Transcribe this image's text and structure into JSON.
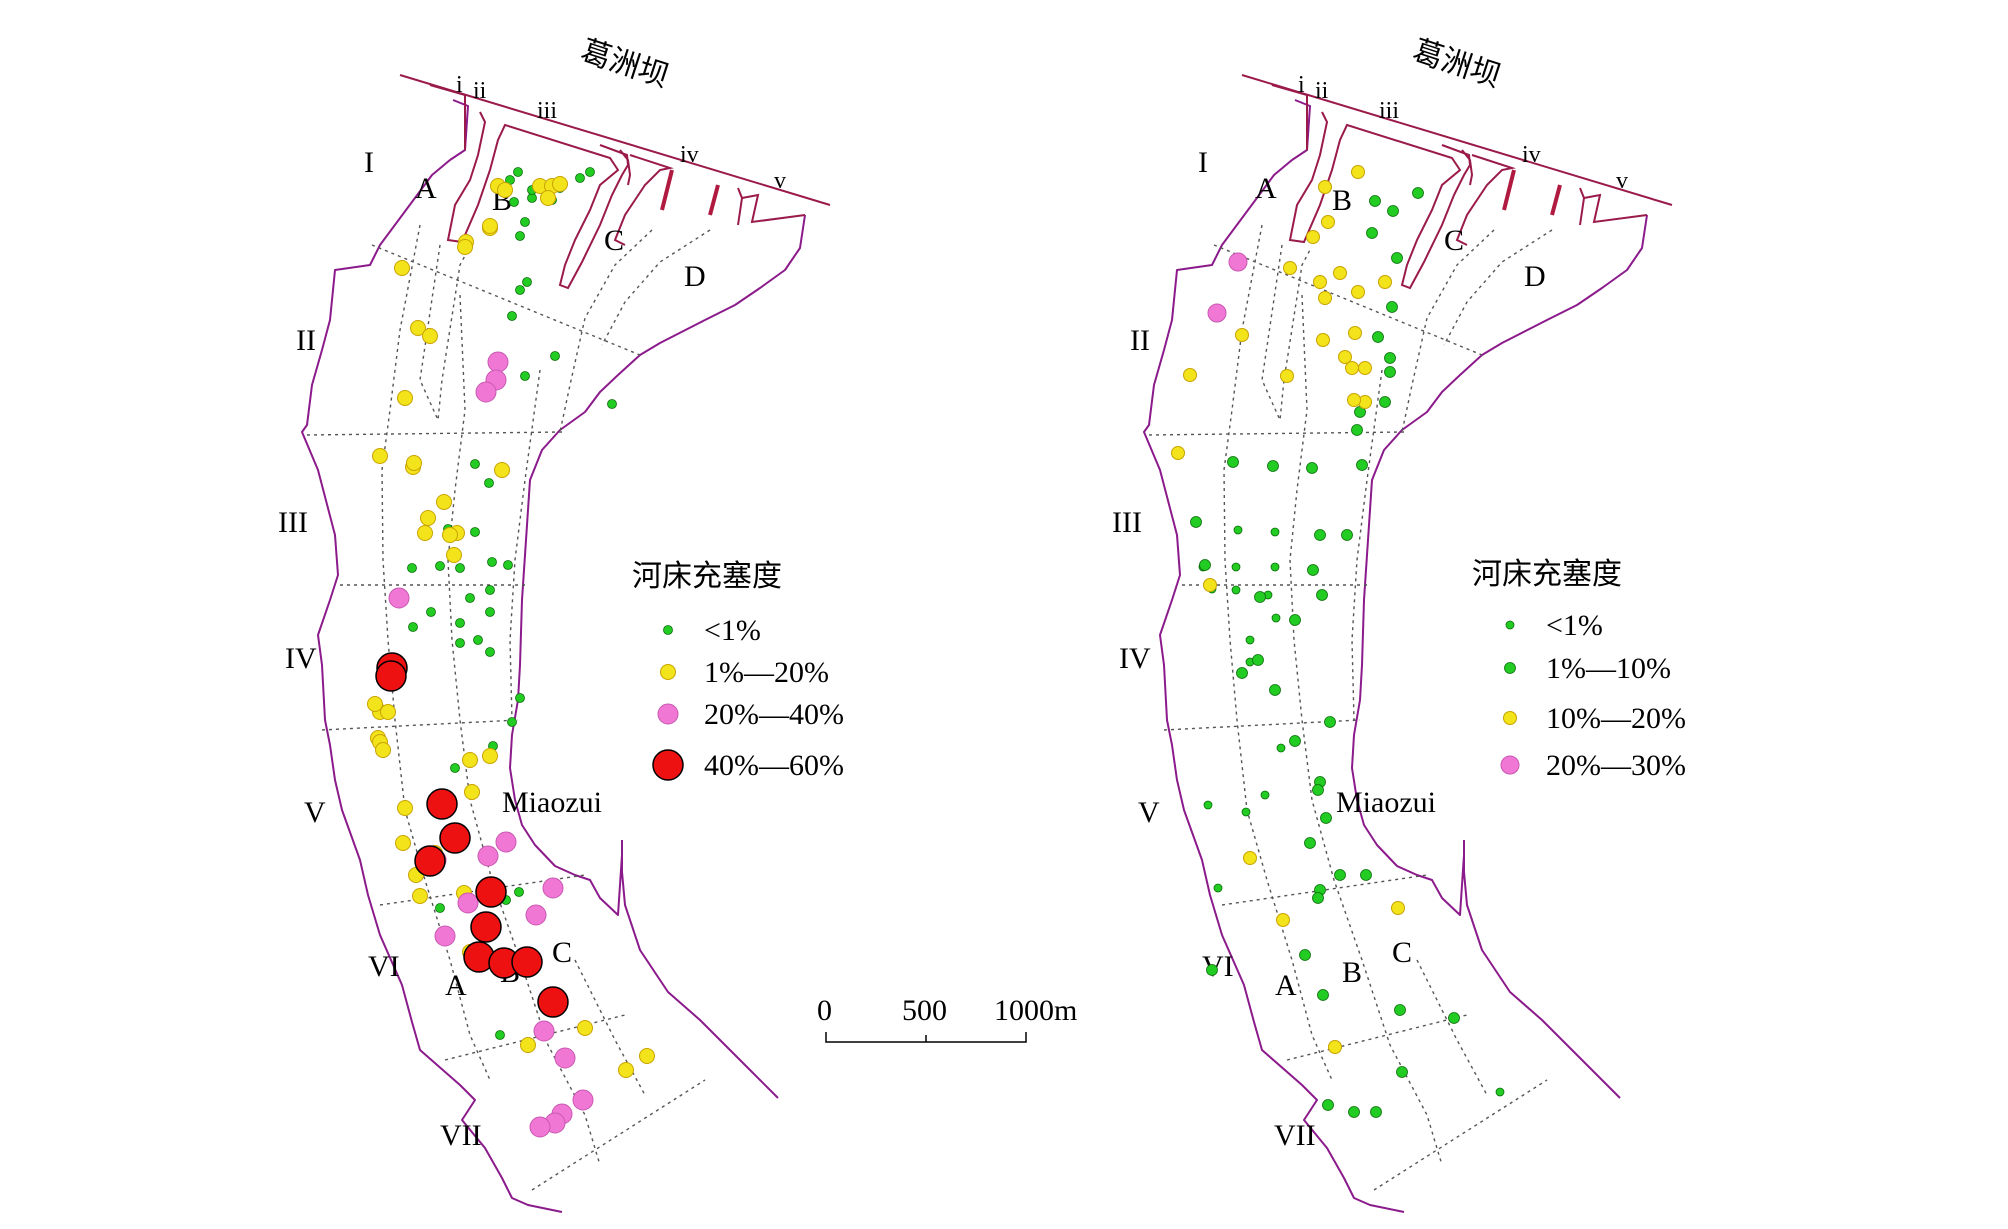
{
  "colors": {
    "green": "#22cc22",
    "yellow": "#f2e31b",
    "pink": "#f078d4",
    "red": "#ee1111",
    "bank": "#8b1a8b"
  },
  "scalebar": {
    "t0": "0",
    "t1": "500",
    "t2": "1000m"
  },
  "maps": [
    {
      "dam_label": "葛洲坝",
      "gates": [
        "i",
        "ii",
        "iii",
        "iv",
        "v"
      ],
      "sections": [
        "I",
        "II",
        "III",
        "IV",
        "V",
        "VI",
        "VII"
      ],
      "channels_top": [
        "A",
        "B",
        "C",
        "D"
      ],
      "channels_bottom": [
        "A",
        "B",
        "C"
      ],
      "place": "Miaozui",
      "legend_title": "河床充塞度",
      "legend": [
        "<1%",
        "1%—20%",
        "20%—40%",
        "40%—60%"
      ],
      "points": {
        "0": [
          [
            518,
            172
          ],
          [
            510,
            180
          ],
          [
            532,
            198
          ],
          [
            514,
            202
          ],
          [
            560,
            188
          ],
          [
            532,
            190
          ],
          [
            552,
            200
          ],
          [
            590,
            172
          ],
          [
            580,
            178
          ],
          [
            525,
            222
          ],
          [
            520,
            236
          ],
          [
            527,
            282
          ],
          [
            520,
            290
          ],
          [
            512,
            316
          ],
          [
            555,
            356
          ],
          [
            525,
            376
          ],
          [
            612,
            404
          ],
          [
            475,
            464
          ],
          [
            489,
            483
          ],
          [
            448,
            529
          ],
          [
            475,
            532
          ],
          [
            492,
            562
          ],
          [
            440,
            566
          ],
          [
            490,
            590
          ],
          [
            470,
            598
          ],
          [
            490,
            612
          ],
          [
            412,
            568
          ],
          [
            460,
            568
          ],
          [
            508,
            565
          ],
          [
            431,
            612
          ],
          [
            413,
            627
          ],
          [
            460,
            623
          ],
          [
            460,
            643
          ],
          [
            478,
            640
          ],
          [
            490,
            652
          ],
          [
            520,
            698
          ],
          [
            473,
            760
          ],
          [
            512,
            722
          ],
          [
            493,
            746
          ],
          [
            440,
            908
          ],
          [
            455,
            768
          ],
          [
            519,
            892
          ],
          [
            500,
            898
          ],
          [
            506,
            900
          ],
          [
            500,
            1035
          ]
        ],
        "1": [
          [
            498,
            186
          ],
          [
            505,
            190
          ],
          [
            540,
            186
          ],
          [
            552,
            186
          ],
          [
            560,
            184
          ],
          [
            548,
            198
          ],
          [
            466,
            242
          ],
          [
            465,
            247
          ],
          [
            490,
            228
          ],
          [
            490,
            226
          ],
          [
            402,
            268
          ],
          [
            418,
            328
          ],
          [
            430,
            336
          ],
          [
            405,
            398
          ],
          [
            380,
            456
          ],
          [
            413,
            467
          ],
          [
            502,
            470
          ],
          [
            414,
            463
          ],
          [
            444,
            502
          ],
          [
            428,
            518
          ],
          [
            457,
            533
          ],
          [
            450,
            535
          ],
          [
            425,
            533
          ],
          [
            454,
            555
          ],
          [
            380,
            712
          ],
          [
            375,
            704
          ],
          [
            388,
            712
          ],
          [
            378,
            738
          ],
          [
            380,
            742
          ],
          [
            470,
            760
          ],
          [
            383,
            750
          ],
          [
            490,
            756
          ],
          [
            405,
            808
          ],
          [
            416,
            875
          ],
          [
            472,
            792
          ],
          [
            403,
            843
          ],
          [
            435,
            853
          ],
          [
            464,
            893
          ],
          [
            484,
            893
          ],
          [
            420,
            896
          ],
          [
            445,
            935
          ],
          [
            470,
            952
          ],
          [
            528,
            1045
          ],
          [
            585,
            1028
          ],
          [
            626,
            1070
          ],
          [
            647,
            1056
          ]
        ],
        "2": [
          [
            498,
            362
          ],
          [
            496,
            380
          ],
          [
            486,
            392
          ],
          [
            399,
            598
          ],
          [
            436,
            860
          ],
          [
            488,
            856
          ],
          [
            445,
            936
          ],
          [
            468,
            903
          ],
          [
            506,
            842
          ],
          [
            553,
            888
          ],
          [
            536,
            915
          ],
          [
            493,
            892
          ],
          [
            544,
            1031
          ],
          [
            565,
            1058
          ],
          [
            583,
            1100
          ],
          [
            562,
            1114
          ],
          [
            555,
            1123
          ],
          [
            540,
            1127
          ]
        ],
        "3": [
          [
            392,
            668
          ],
          [
            391,
            676
          ],
          [
            442,
            804
          ],
          [
            455,
            838
          ],
          [
            430,
            861
          ],
          [
            491,
            892
          ],
          [
            486,
            927
          ],
          [
            479,
            957
          ],
          [
            504,
            963
          ],
          [
            527,
            962
          ],
          [
            553,
            1002
          ]
        ]
      }
    },
    {
      "dam_label": "葛洲坝",
      "gates": [
        "i",
        "ii",
        "iii",
        "iv",
        "v"
      ],
      "sections": [
        "I",
        "II",
        "III",
        "IV",
        "V",
        "VI",
        "VII"
      ],
      "channels_top": [
        "A",
        "B",
        "C",
        "D"
      ],
      "channels_bottom": [
        "A",
        "B",
        "C"
      ],
      "place": "Miaozui",
      "legend_title": "河床充塞度",
      "legend": [
        "<1%",
        "1%—10%",
        "10%—20%",
        "20%—30%"
      ],
      "points": {
        "0": [
          [
            1238,
            530
          ],
          [
            1275,
            532
          ],
          [
            1203,
            567
          ],
          [
            1236,
            567
          ],
          [
            1275,
            567
          ],
          [
            1212,
            589
          ],
          [
            1236,
            590
          ],
          [
            1268,
            595
          ],
          [
            1276,
            618
          ],
          [
            1250,
            640
          ],
          [
            1250,
            662
          ],
          [
            1281,
            748
          ],
          [
            1265,
            795
          ],
          [
            1246,
            812
          ],
          [
            1208,
            805
          ],
          [
            1218,
            888
          ],
          [
            1500,
            1092
          ]
        ],
        "1": [
          [
            1375,
            201
          ],
          [
            1393,
            211
          ],
          [
            1372,
            233
          ],
          [
            1418,
            193
          ],
          [
            1397,
            258
          ],
          [
            1392,
            307
          ],
          [
            1378,
            337
          ],
          [
            1390,
            358
          ],
          [
            1390,
            372
          ],
          [
            1385,
            402
          ],
          [
            1360,
            412
          ],
          [
            1357,
            430
          ],
          [
            1362,
            465
          ],
          [
            1312,
            468
          ],
          [
            1273,
            466
          ],
          [
            1233,
            462
          ],
          [
            1196,
            522
          ],
          [
            1320,
            535
          ],
          [
            1347,
            535
          ],
          [
            1205,
            565
          ],
          [
            1313,
            570
          ],
          [
            1322,
            595
          ],
          [
            1260,
            597
          ],
          [
            1295,
            620
          ],
          [
            1275,
            690
          ],
          [
            1258,
            660
          ],
          [
            1242,
            673
          ],
          [
            1330,
            722
          ],
          [
            1295,
            741
          ],
          [
            1320,
            782
          ],
          [
            1318,
            790
          ],
          [
            1326,
            818
          ],
          [
            1310,
            843
          ],
          [
            1340,
            875
          ],
          [
            1320,
            890
          ],
          [
            1366,
            875
          ],
          [
            1305,
            955
          ],
          [
            1212,
            970
          ],
          [
            1318,
            898
          ],
          [
            1323,
            995
          ],
          [
            1400,
            1010
          ],
          [
            1454,
            1018
          ],
          [
            1402,
            1072
          ],
          [
            1376,
            1112
          ],
          [
            1354,
            1112
          ],
          [
            1328,
            1105
          ]
        ],
        "2": [
          [
            1325,
            187
          ],
          [
            1358,
            172
          ],
          [
            1313,
            237
          ],
          [
            1328,
            222
          ],
          [
            1290,
            268
          ],
          [
            1340,
            273
          ],
          [
            1385,
            282
          ],
          [
            1358,
            292
          ],
          [
            1320,
            282
          ],
          [
            1242,
            335
          ],
          [
            1190,
            375
          ],
          [
            1287,
            376
          ],
          [
            1345,
            357
          ],
          [
            1365,
            368
          ],
          [
            1365,
            402
          ],
          [
            1354,
            400
          ],
          [
            1352,
            368
          ],
          [
            1355,
            333
          ],
          [
            1325,
            298
          ],
          [
            1323,
            340
          ],
          [
            1178,
            453
          ],
          [
            1210,
            585
          ],
          [
            1250,
            858
          ],
          [
            1283,
            920
          ],
          [
            1335,
            1047
          ],
          [
            1398,
            908
          ]
        ],
        "3": [
          [
            1238,
            262
          ],
          [
            1217,
            313
          ]
        ]
      }
    }
  ]
}
